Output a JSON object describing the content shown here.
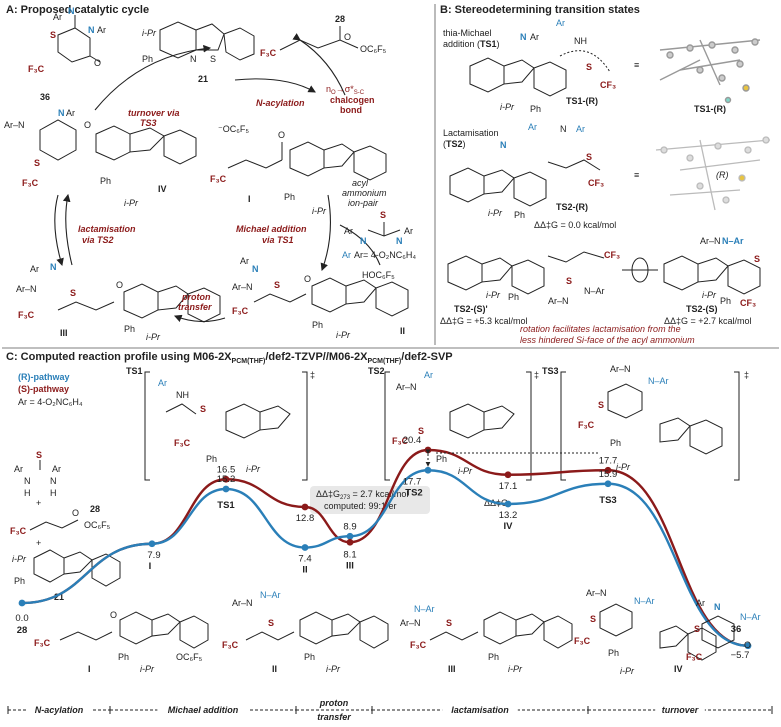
{
  "panels": {
    "a_title": "A: Proposed catalytic cycle",
    "b_title": "B: Stereodetermining transition states",
    "c_title": "C: Computed reaction profile using M06-2X",
    "c_title_sub1": "PCM(THF)",
    "c_title_mid": "/def2-TZVP//M06-2X",
    "c_title_sub2": "PCM(THF)",
    "c_title_end": "/def2-SVP"
  },
  "cycle": {
    "turnover": "turnover via",
    "turnover_ts": "TS3",
    "n_acylation": "N-acylation",
    "chalcogen1": "n",
    "chalcogen_o": "O",
    "chalcogen2": "→σ*",
    "chalcogen_sc": "S-C",
    "chalcogen3": "chalcogen",
    "chalcogen4": "bond",
    "lactamisation": "lactamisation",
    "lactamisation_ts": "via TS2",
    "michael": "Michael addition",
    "michael_ts": "via TS1",
    "proton": "proton",
    "transfer": "transfer",
    "acyl1": "acyl",
    "acyl2": "ammonium",
    "acyl3": "ion-pair",
    "ar_def": "Ar= 4-O₂NC₆H₄",
    "hoc6f5": "HOC₆F₅",
    "oc6f5": "⁻OC₆F₅",
    "oc6f5_28": "OC₆F₅",
    "labels": {
      "c36": "36",
      "c21": "21",
      "c28": "28",
      "iv": "IV",
      "i": "I",
      "ii": "II",
      "iii": "III"
    }
  },
  "ts_panel": {
    "thia": "thia-Michael",
    "thia2": "addition (",
    "ts1": "TS1",
    "ts1r": "TS1-(R)",
    "ts1r_3d": "TS1-(R)",
    "lact": "Lactamisation",
    "ts2": "TS2",
    "ts2r": "TS2-(R)",
    "ddg0": "ΔΔ‡G = 0.0 kcal/mol",
    "r_label": "(R)",
    "ts2s_prime": "TS2-(S)'",
    "ts2s": "TS2-(S)",
    "ddg1": "ΔΔ‡G = +5.3 kcal/mol",
    "ddg2": "ΔΔ‡G = +2.7 kcal/mol",
    "rotation1": "rotation facilitates lactamisation from the",
    "rotation2": "less hindered Si-face of the acyl ammonium"
  },
  "legend": {
    "r_path": "(R)-pathway",
    "s_path": "(S)-pathway",
    "ar": "Ar = 4-O₂NC₆H₄",
    "r_color": "#2a7fb8",
    "s_color": "#8b1a1a"
  },
  "annotation": {
    "ddg273": "ΔΔ‡G",
    "ddg273_sub": "273",
    "ddg273_val": " = 2.7 kcal/mol",
    "computed": "computed: 99:1 er",
    "ddg_small": "ΔΔ‡G"
  },
  "ts_brackets": {
    "ts1": "TS1",
    "ts2": "TS2",
    "ts3": "TS3"
  },
  "stages": [
    "N-acylation",
    "Michael addition",
    "proton transfer",
    "lactamisation",
    "turnover"
  ],
  "chart_data": {
    "type": "line",
    "series": [
      {
        "name": "(R)-pathway",
        "color": "#2a7fb8",
        "points": [
          {
            "stage": "28",
            "y": 0.0
          },
          {
            "stage": "I",
            "y": 7.9
          },
          {
            "stage": "TS1",
            "y": 15.2
          },
          {
            "stage": "II",
            "y": 7.4
          },
          {
            "stage": "III",
            "y": 8.9
          },
          {
            "stage": "TS2",
            "y": 17.7
          },
          {
            "stage": "IV",
            "y": 13.2
          },
          {
            "stage": "TS3",
            "y": 15.9
          },
          {
            "stage": "36",
            "y": -5.7
          }
        ]
      },
      {
        "name": "(S)-pathway",
        "color": "#8b1a1a",
        "points": [
          {
            "stage": "28",
            "y": 0.0
          },
          {
            "stage": "I",
            "y": 7.9
          },
          {
            "stage": "TS1",
            "y": 16.5
          },
          {
            "stage": "II",
            "y": 12.8
          },
          {
            "stage": "III",
            "y": 8.1
          },
          {
            "stage": "TS2",
            "y": 20.4
          },
          {
            "stage": "IV",
            "y": 17.1
          },
          {
            "stage": "TS3",
            "y": 17.7
          },
          {
            "stage": "36",
            "y": -5.7
          }
        ]
      }
    ],
    "labels": [
      {
        "text": "0.0",
        "stage": "28",
        "series": "R"
      },
      {
        "text": "28",
        "stage": "28",
        "series": "R"
      },
      {
        "text": "7.9",
        "stage": "I",
        "series": "R"
      },
      {
        "text": "I",
        "stage": "I",
        "series": "R"
      },
      {
        "text": "16.5",
        "stage": "TS1",
        "series": "S"
      },
      {
        "text": "15.2",
        "stage": "TS1",
        "series": "R"
      },
      {
        "text": "TS1",
        "stage": "TS1",
        "series": "R"
      },
      {
        "text": "12.8",
        "stage": "II",
        "series": "S"
      },
      {
        "text": "7.4",
        "stage": "II",
        "series": "R"
      },
      {
        "text": "II",
        "stage": "II",
        "series": "R"
      },
      {
        "text": "8.9",
        "stage": "III",
        "series": "R"
      },
      {
        "text": "8.1",
        "stage": "III",
        "series": "S"
      },
      {
        "text": "III",
        "stage": "III",
        "series": "S"
      },
      {
        "text": "20.4",
        "stage": "TS2",
        "series": "S"
      },
      {
        "text": "17.7",
        "stage": "TS2",
        "series": "R"
      },
      {
        "text": "TS2",
        "stage": "TS2",
        "series": "R"
      },
      {
        "text": "17.1",
        "stage": "IV",
        "series": "S"
      },
      {
        "text": "13.2",
        "stage": "IV",
        "series": "R"
      },
      {
        "text": "IV",
        "stage": "IV",
        "series": "R"
      },
      {
        "text": "17.7",
        "stage": "TS3",
        "series": "S"
      },
      {
        "text": "15.9",
        "stage": "TS3",
        "series": "R"
      },
      {
        "text": "TS3",
        "stage": "TS3",
        "series": "R"
      },
      {
        "text": "36",
        "stage": "36",
        "series": "R"
      },
      {
        "text": "−5.7",
        "stage": "36",
        "series": "R"
      }
    ]
  }
}
